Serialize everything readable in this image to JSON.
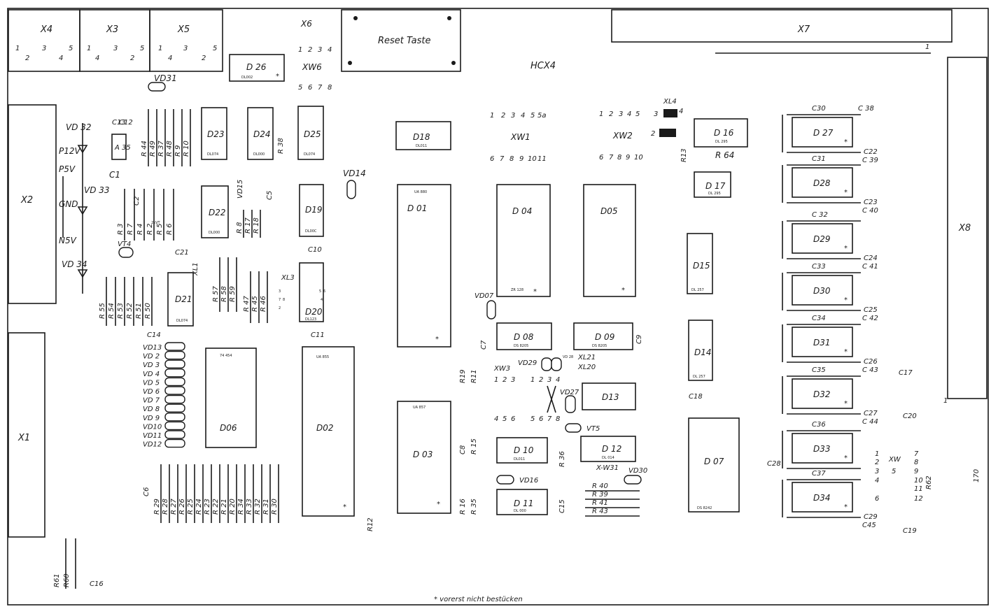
{
  "board": {
    "border_color": "#1a1a1a",
    "footnote": "* vorerst nicht bestücken",
    "corner_number": "170",
    "one_label_a": "1",
    "one_label_b": "1",
    "hcx_label": "HCX4"
  },
  "connectors": {
    "x1": "X1",
    "x2": "X2",
    "x3": "X3",
    "x4": "X4",
    "x5": "X5",
    "x6": "X6",
    "x7": "X7",
    "x8": "X8",
    "reset": "Reset Taste",
    "xw6": "XW6",
    "x6_top_pins": [
      "1",
      "2",
      "3",
      "4"
    ],
    "x6_bottom_pins": [
      "5",
      "6",
      "7",
      "8"
    ],
    "x4_pins": [
      "1",
      "2",
      "3",
      "4",
      "5"
    ],
    "x3_pins": [
      "1",
      "4",
      "3",
      "2",
      "5"
    ],
    "x5_pins": [
      "1",
      "4",
      "3",
      "2",
      "5"
    ]
  },
  "power_labels": [
    "P12V",
    "P5V",
    "GND",
    "N5V"
  ],
  "left_diodes": [
    "VD 32",
    "VD 33",
    "VD 34"
  ],
  "chips": {
    "d26": {
      "name": "D 26",
      "part": "DL002"
    },
    "d23": {
      "name": "D23",
      "part": "DL074"
    },
    "d24": {
      "name": "D24",
      "part": "DL000"
    },
    "d25": {
      "name": "D25",
      "part": "DL074"
    },
    "d18": {
      "name": "D18",
      "part": "DL011"
    },
    "d22": {
      "name": "D22",
      "part": "DL000"
    },
    "d19": {
      "name": "D19",
      "part": "DL00C"
    },
    "d01": {
      "name": "D 01",
      "part": "UA 880"
    },
    "d04": {
      "name": "D 04",
      "part": "ZR 128"
    },
    "d05": {
      "name": "D05",
      "part": ""
    },
    "d16": {
      "name": "D 16",
      "part": "DL 295"
    },
    "d17": {
      "name": "D 17",
      "part": "DL 295"
    },
    "d15": {
      "name": "D15",
      "part": "DL 257"
    },
    "d14": {
      "name": "D14",
      "part": "DL 257"
    },
    "d21": {
      "name": "D21",
      "part": "DL074"
    },
    "d20": {
      "name": "D20",
      "part": "DL123"
    },
    "d06": {
      "name": "D06",
      "part": "74 454"
    },
    "d02": {
      "name": "D02",
      "part": "UA 855"
    },
    "d03": {
      "name": "D 03",
      "part": "UA 857"
    },
    "d08": {
      "name": "D 08",
      "part": "DS 8205"
    },
    "d09": {
      "name": "D 09",
      "part": "DS 8205"
    },
    "d13": {
      "name": "D13",
      "part": ""
    },
    "d10": {
      "name": "D 10",
      "part": "DL011"
    },
    "d12": {
      "name": "D 12",
      "part": "DL 014"
    },
    "d11": {
      "name": "D 11",
      "part": "DL 000"
    },
    "d07": {
      "name": "D 07",
      "part": "DS 8242"
    },
    "d27": {
      "name": "D 27",
      "part": ""
    },
    "d28": {
      "name": "D28",
      "part": ""
    },
    "d29": {
      "name": "D29",
      "part": ""
    },
    "d30": {
      "name": "D30",
      "part": ""
    },
    "d31": {
      "name": "D31",
      "part": ""
    },
    "d32": {
      "name": "D32",
      "part": ""
    },
    "d33": {
      "name": "D33",
      "part": ""
    },
    "d34": {
      "name": "D34",
      "part": ""
    }
  },
  "misc": {
    "vd31": "VD31",
    "vd14": "VD14",
    "vd15": "VD15",
    "vd07": "VD07",
    "vd29": "VD29",
    "vd28": "VD 28",
    "vd27": "VD27",
    "vt5": "VT5",
    "vd16": "VD16",
    "vd30": "VD30",
    "vt4": "VT4",
    "a35": "A 35",
    "xl1": "XL1",
    "xl3": "XL3",
    "xl4": "XL4",
    "xl21": "XL21",
    "xl20": "XL20",
    "xw1": "XW1",
    "xw2": "XW2",
    "xw3": "XW3",
    "xw31": "X-W31",
    "xw": "XW",
    "c1": "C1",
    "c21": "C21",
    "c10": "C10",
    "c11": "C11",
    "c14": "C14",
    "c18": "C18",
    "c6": "C6",
    "c16": "C16",
    "c28": "C28",
    "c8": "C8",
    "c7": "C7",
    "c9": "C9",
    "c15": "C15",
    "c13": "C13",
    "c12": "C12",
    "c5": "C5",
    "c2": "C2",
    "c17": "C17",
    "c20": "C20",
    "c19": "C19",
    "r12": "R12",
    "r13": "R13",
    "r64": "R 64",
    "r38": "R 38",
    "r19": "R19",
    "r11": "R11",
    "r15": "R 15",
    "r16": "R 16",
    "r35": "R 35",
    "r36": "R 36",
    "r40": "R 40",
    "r39": "R 39",
    "r41": "R 41",
    "r43": "R 43",
    "r61": "R61",
    "r60": "R60",
    "r62": "R62"
  },
  "xw1_top": [
    "1",
    "2",
    "3",
    "4",
    "5",
    "5a"
  ],
  "xw1_bottom": [
    "6",
    "7",
    "8",
    "9",
    "10",
    "11"
  ],
  "xw2_top": [
    "1",
    "2",
    "3",
    "4",
    "5"
  ],
  "xw2_bottom": [
    "6",
    "7",
    "8",
    "9",
    "10"
  ],
  "xw3_top_a": [
    "1",
    "2",
    "3"
  ],
  "xw3_bottom_a": [
    "4",
    "5",
    "6"
  ],
  "xw3_top_b": [
    "1",
    "2",
    "3",
    "4"
  ],
  "xw3_bottom_b": [
    "5",
    "6",
    "7",
    "8"
  ],
  "xw_left": [
    "1",
    "2",
    "3",
    "4",
    "5",
    "6"
  ],
  "xw_right": [
    "7",
    "8",
    "9",
    "10",
    "11",
    "12"
  ],
  "xl4_pins": [
    "3",
    "4",
    "2"
  ],
  "xl3_pins": [
    "3",
    "7",
    "8",
    "2",
    "5",
    "6",
    "4"
  ],
  "right_caps": [
    {
      "top": "C30",
      "top2": "C 38",
      "bot": "C22",
      "bot2": "C 39"
    },
    {
      "top": "C31",
      "top2": "",
      "bot": "C23",
      "bot2": "C 40"
    },
    {
      "top": "C 32",
      "top2": "",
      "bot": "C24",
      "bot2": "C 41"
    },
    {
      "top": "C33",
      "top2": "",
      "bot": "C25",
      "bot2": "C 42"
    },
    {
      "top": "C34",
      "top2": "",
      "bot": "C26",
      "bot2": "C 43"
    },
    {
      "top": "C35",
      "top2": "",
      "bot": "C27",
      "bot2": "C 44"
    },
    {
      "top": "C36",
      "top2": "",
      "bot": "",
      "bot2": ""
    },
    {
      "top": "C37",
      "top2": "",
      "bot": "C29",
      "bot2": "C45"
    }
  ],
  "vd_column": [
    "VD13",
    "VD 2",
    "VD 3",
    "VD 4",
    "VD 5",
    "VD 6",
    "VD 7",
    "VD 8",
    "VD 9",
    "VD10",
    "VD11",
    "VD12"
  ],
  "r_top_left": [
    "R 44",
    "R 49",
    "R 37",
    "R 48",
    "R 9",
    "R 10"
  ],
  "r_mid_left": [
    "R 3",
    "R 7",
    "R 4",
    "R 2",
    "R 5",
    "R 6"
  ],
  "r_low_left": [
    "R 55",
    "R 54",
    "R 53",
    "R 52",
    "R 51",
    "R 50"
  ],
  "r_center": [
    "R 57",
    "R 58",
    "R 59"
  ],
  "r_center2": [
    "R 47",
    "R 45",
    "R 46"
  ],
  "r_mid": [
    "R 8",
    "R 17",
    "R 18"
  ],
  "r_bottom": [
    "R 29",
    "R 28",
    "R 27",
    "R 26",
    "R 25",
    "R 24",
    "R 23",
    "R 22",
    "R 21",
    "R 20",
    "R 34",
    "R 33",
    "R 32",
    "R 31",
    "R 30"
  ],
  "small_cap_labels": [
    "2xVT",
    "1",
    "VD",
    "2",
    "1",
    "20",
    "17",
    "18",
    "19"
  ]
}
